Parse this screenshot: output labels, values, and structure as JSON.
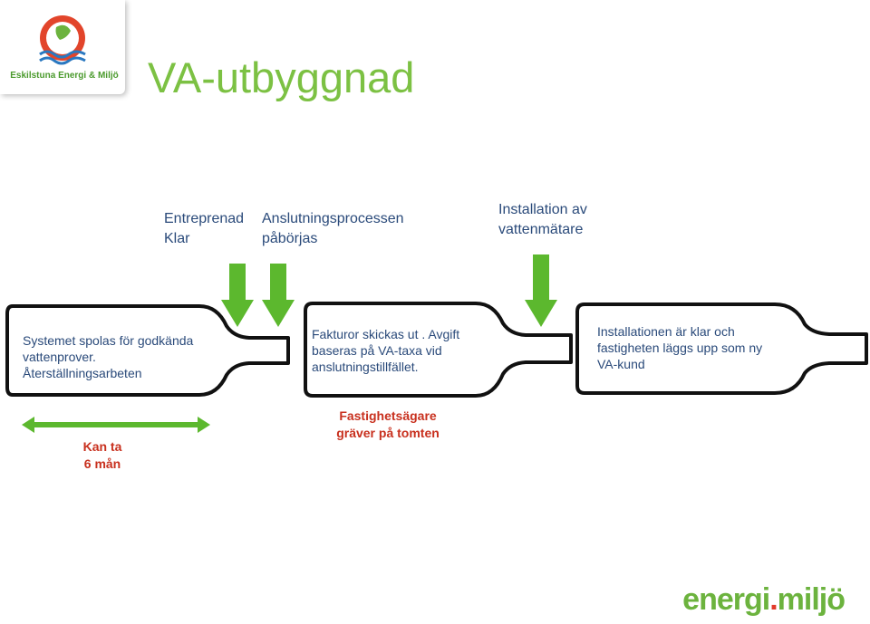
{
  "header": {
    "title": "VA-utbyggnad",
    "logo_text": "Eskilstuna Energi & Miljö"
  },
  "milestones": [
    {
      "label": "Entreprenad Klar",
      "line1": "Entreprenad",
      "line2": "Klar"
    },
    {
      "label": "Anslutningsprocessen påbörjas",
      "line1": "Anslutningsprocessen",
      "line2": "påbörjas"
    },
    {
      "label": "Installation av vattenmätare",
      "line1": "Installation av",
      "line2": "vattenmätare"
    }
  ],
  "stages": [
    {
      "line1": "Systemet spolas för godkända",
      "line2": "vattenprover.",
      "line3": "Återställningsarbeten"
    },
    {
      "line1": "Fakturor skickas ut . Avgift",
      "line2": "baseras på VA-taxa vid",
      "line3": "anslutningstillfället."
    },
    {
      "line1": "Installationen är klar och",
      "line2": "fastigheten läggs upp som ny",
      "line3": "VA-kund"
    }
  ],
  "duration": {
    "line1": "Kan ta",
    "line2": "6 mån"
  },
  "note": {
    "line1": "Fastighetsägare",
    "line2": "gräver på tomten"
  },
  "brand": {
    "part1": "energi",
    "dot": ".",
    "part2": "miljö"
  },
  "colors": {
    "title_green": "#7cc143",
    "arrow_green": "#5cb82e",
    "label_blue": "#2a4a7a",
    "note_red": "#c8301e",
    "bottle_stroke": "#111111"
  }
}
